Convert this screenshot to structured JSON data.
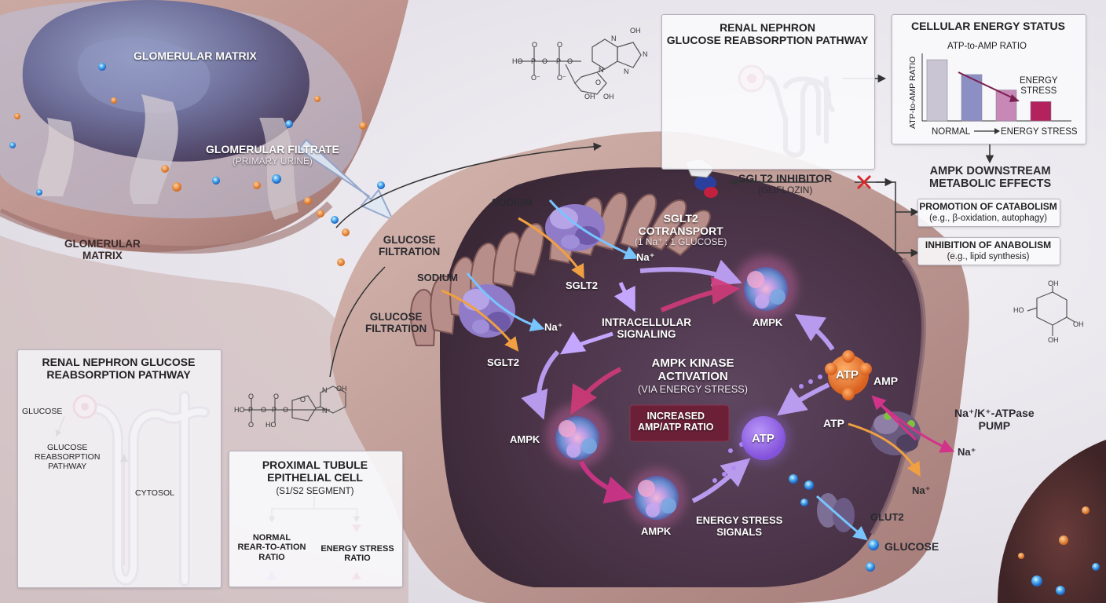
{
  "labels": {
    "glomerular_matrix_top": "GLOMERULAR MATRIX",
    "glomerular_matrix_left_1": "GLOMERULAR",
    "glomerular_matrix_left_2": "MATRIX",
    "glomerular_filtrate": "GLOMERULAR FILTRATE",
    "primary_urine": "(PRIMARY URINE)",
    "glucose_filtration_1": "GLUCOSE\nFILTRATION",
    "glucose_filtration_2": "GLUCOSE\nFILTRATION",
    "sodium_1": "SODIUM",
    "sodium_2": "SODIUM",
    "sglt2_1": "SGLT2",
    "sglt2_2": "SGLT2",
    "na_1": "Na⁺",
    "na_2": "Na⁺",
    "sglt2_cotransport": "SGLT2\nCOTRANSPORT",
    "cotransport_ratio": "(1 Na⁺ : 1 GLUCOSE)",
    "sglt2_inhibitor": "SGLT2 INHIBITOR",
    "gliflozin": "(GLIFLOZIN)",
    "intracellular_signaling": "INTRACELLULAR\nSIGNALING",
    "ampk_kinase_activation": "AMPK KINASE\nACTIVATION",
    "via_energy_stress": "(VIA ENERGY STRESS)",
    "increased_ratio": "INCREASED\nAMP/ATP RATIO",
    "ampk_top": "AMPK",
    "ampk_left": "AMPK",
    "ampk_bottom": "AMPK",
    "atp_orange": "ATP",
    "amp": "AMP",
    "atp_purple": "ATP",
    "atp_side": "ATP",
    "pump": "Na⁺/K⁺-ATPase\nPUMP",
    "na_pump_out": "Na⁺",
    "na_pump_down": "Na⁺",
    "energy_stress_signals": "ENERGY STRESS\nSIGNALS",
    "glut2": "GLUT2",
    "glucose": "GLUCOSE"
  },
  "top_panel": {
    "title": "RENAL NEPHRON\nGLUCOSE REABSORPTION PATHWAY"
  },
  "energy_panel": {
    "title": "CELLULAR ENERGY STATUS",
    "subtitle": "ATP-to-AMP RATIO",
    "ylabel": "ATP-to-AMP RATIO",
    "x_left": "NORMAL",
    "x_right": "ENERGY STRESS",
    "annotation": "ENERGY\nSTRESS"
  },
  "chart_data": {
    "type": "bar",
    "title": "CELLULAR ENERGY STATUS",
    "subtitle": "ATP-to-AMP RATIO",
    "ylabel": "ATP-to-AMP RATIO",
    "xlabel": "",
    "categories": [
      "",
      "",
      "",
      ""
    ],
    "values": [
      0.95,
      0.72,
      0.48,
      0.3
    ],
    "ylim": [
      0,
      1
    ],
    "colors": [
      "#c9c5d2",
      "#8c8fc4",
      "#c788b8",
      "#b3225c"
    ],
    "grid": false,
    "legend": "none"
  },
  "ampk_effects": {
    "title": "AMPK DOWNSTREAM\nMETABOLIC EFFECTS",
    "items": [
      {
        "label": "PROMOTION OF CATABOLISM",
        "detail": "(e.g., β-oxidation, autophagy)"
      },
      {
        "label": "INHIBITION OF ANABOLISM",
        "detail": "(e.g., lipid synthesis)"
      }
    ]
  },
  "left_panel": {
    "title": "RENAL NEPHRON GLUCOSE\nREABSORPTION PATHWAY",
    "glucose": "GLUCOSE",
    "reabsorption": "GLUCOSE\nREABSORPTION\nPATHWAY",
    "cytosol": "CYTOSOL"
  },
  "cell_panel": {
    "title": "PROXIMAL TUBULE\nEPITHELIAL CELL",
    "segment": "(S1/S2 SEGMENT)",
    "left_label": "NORMAL\nREAR-TO-ATION\nRATIO",
    "right_label": "ENERGY STRESS\nRATIO"
  },
  "chemistry": {
    "atp_groups": [
      "OH",
      "N",
      "N",
      "N",
      "N",
      "HO",
      "P",
      "O",
      "P",
      "O",
      "O",
      "O⁻",
      "O",
      "O⁻",
      "O",
      "OH",
      "OH"
    ],
    "dna_groups": [
      "O",
      "O",
      "P",
      "HO",
      "O",
      "P",
      "O",
      "HO",
      "O",
      "N",
      "N",
      "OH",
      "O"
    ],
    "glucose_groups": [
      "OH",
      "HO",
      "OH",
      "OH"
    ]
  }
}
